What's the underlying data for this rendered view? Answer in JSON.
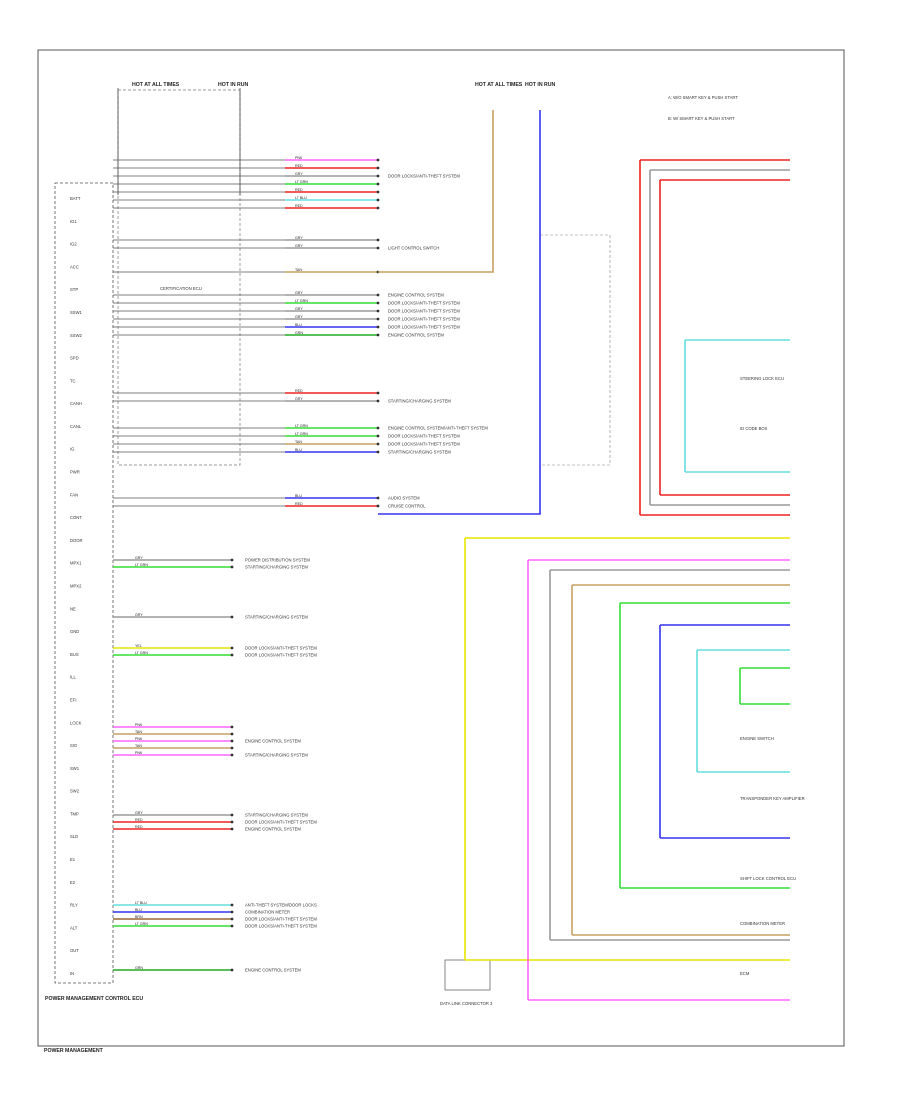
{
  "fuse_boxes": [
    "HOT AT ALL TIMES",
    "HOT IN RUN"
  ],
  "left_module": "POWER MANAGEMENT CONTROL ECU",
  "left_pins": [
    "BATT",
    "IG1",
    "IG2",
    "ACC",
    "STP",
    "SSW1",
    "SSW2",
    "SPD",
    "TC",
    "CANH",
    "CANL",
    "IG",
    "PWR",
    "FAN",
    "CONT",
    "DOOR",
    "MPX1",
    "MPX2",
    "NE",
    "GND",
    "BUS",
    "ILL",
    "EFI",
    "LOCK",
    "SIG",
    "SW1",
    "SW2",
    "TMP",
    "SLD",
    "E1",
    "E2",
    "RLY",
    "ALT",
    "OUT",
    "IN"
  ],
  "left_groups": [
    {
      "wires": [
        {
          "color": "GRY",
          "code": "GRY",
          "dest": "POWER DISTRIBUTION SYSTEM"
        },
        {
          "color": "LT GRN",
          "code": "LT GRN",
          "dest": "STARTING/CHARGING SYSTEM"
        }
      ]
    },
    {
      "wires": [
        {
          "color": "GRY",
          "code": "GRY",
          "dest": "STARTING/CHARGING SYSTEM"
        }
      ]
    },
    {
      "wires": [
        {
          "color": "YEL",
          "code": "YEL",
          "dest": "DOOR LOCKS/ANTI-THEFT SYSTEM"
        },
        {
          "color": "LT GRN",
          "code": "LT GRN",
          "dest": "DOOR LOCKS/ANTI-THEFT SYSTEM"
        }
      ]
    },
    {
      "wires": [
        {
          "color": "PNK",
          "code": "PNK",
          "dest": ""
        },
        {
          "color": "TAN",
          "code": "TAN",
          "dest": ""
        },
        {
          "color": "PNK",
          "code": "PNK",
          "dest": "ENGINE CONTROL SYSTEM"
        },
        {
          "color": "TAN",
          "code": "TAN",
          "dest": ""
        },
        {
          "color": "PNK",
          "code": "PNK",
          "dest": "STARTING/CHARGING SYSTEM"
        }
      ]
    },
    {
      "wires": [
        {
          "color": "GRY",
          "code": "GRY",
          "dest": "STARTING/CHARGING SYSTEM"
        },
        {
          "color": "RED",
          "code": "RED",
          "dest": "DOOR LOCKS/ANTI-THEFT SYSTEM"
        },
        {
          "color": "RED",
          "code": "RED",
          "dest": "ENGINE CONTROL SYSTEM"
        }
      ]
    },
    {
      "wires": [
        {
          "color": "LT BLU",
          "code": "LT BLU",
          "dest": "ANTI-THEFT SYSTEM/DOOR LOCKS"
        },
        {
          "color": "BLU",
          "code": "BLU",
          "dest": "COMBINATION METER"
        },
        {
          "color": "BRN",
          "code": "BRN",
          "dest": "DOOR LOCKS/ANTI-THEFT SYSTEM"
        },
        {
          "color": "LT GRN",
          "code": "LT GRN",
          "dest": "DOOR LOCKS/ANTI-THEFT SYSTEM"
        }
      ]
    },
    {
      "wires": [
        {
          "color": "GRN",
          "code": "GRN",
          "dest": "ENGINE CONTROL SYSTEM"
        }
      ]
    }
  ],
  "center_groups": [
    {
      "wires": [
        {
          "color": "PNK",
          "code": "PNK",
          "dest": ""
        },
        {
          "color": "RED",
          "code": "RED",
          "dest": ""
        },
        {
          "color": "GRY",
          "code": "GRY",
          "dest": "DOOR LOCKS/ANTI-THEFT SYSTEM"
        },
        {
          "color": "LT GRN",
          "code": "LT GRN",
          "dest": ""
        },
        {
          "color": "RED",
          "code": "RED",
          "dest": ""
        },
        {
          "color": "LT BLU",
          "code": "LT BLU",
          "dest": ""
        },
        {
          "color": "RED",
          "code": "RED",
          "dest": ""
        }
      ]
    },
    {
      "wires": [
        {
          "color": "GRY",
          "code": "GRY",
          "dest": ""
        },
        {
          "color": "GRY",
          "code": "GRY",
          "dest": "LIGHT CONTROL SWITCH"
        }
      ]
    },
    {
      "wires": [
        {
          "color": "TAN",
          "code": "TAN",
          "dest": ""
        }
      ]
    },
    {
      "wires": [
        {
          "color": "GRY",
          "code": "GRY",
          "dest": "ENGINE CONTROL SYSTEM"
        },
        {
          "color": "LT GRN",
          "code": "LT GRN",
          "dest": "DOOR LOCKS/ANTI-THEFT SYSTEM"
        },
        {
          "color": "GRY",
          "code": "GRY",
          "dest": "DOOR LOCKS/ANTI-THEFT SYSTEM"
        },
        {
          "color": "GRY",
          "code": "GRY",
          "dest": "DOOR LOCKS/ANTI-THEFT SYSTEM"
        },
        {
          "color": "BLU",
          "code": "BLU",
          "dest": "DOOR LOCKS/ANTI-THEFT SYSTEM"
        },
        {
          "color": "GRN",
          "code": "GRN",
          "dest": "ENGINE CONTROL SYSTEM"
        }
      ]
    },
    {
      "wires": [
        {
          "color": "RED",
          "code": "RED",
          "dest": ""
        },
        {
          "color": "GRY",
          "code": "GRY",
          "dest": "STARTING/CHARGING SYSTEM"
        }
      ]
    },
    {
      "wires": [
        {
          "color": "LT GRN",
          "code": "LT GRN",
          "dest": "ENGINE CONTROL SYSTEM/ANTI-THEFT SYSTEM"
        },
        {
          "color": "LT GRN",
          "code": "LT GRN",
          "dest": "DOOR LOCKS/ANTI-THEFT SYSTEM"
        },
        {
          "color": "TAN",
          "code": "TAN",
          "dest": "DOOR LOCKS/ANTI-THEFT SYSTEM"
        },
        {
          "color": "BLU",
          "code": "BLU",
          "dest": "STARTING/CHARGING SYSTEM"
        }
      ]
    },
    {
      "wires": [
        {
          "color": "BLU",
          "code": "BLU",
          "dest": "AUDIO SYSTEM"
        },
        {
          "color": "RED",
          "code": "RED",
          "dest": "CRUISE CONTROL"
        }
      ]
    }
  ],
  "inner_module": "CERTIFICATION ECU",
  "right_top_labels": [
    "HOT AT ALL TIMES",
    "HOT IN RUN"
  ],
  "legend": [
    "A: W/O SMART KEY & PUSH START",
    "B: W/ SMART KEY & PUSH START"
  ],
  "right_components": [
    "STEERING LOCK ECU",
    "ID CODE BOX",
    "ENGINE SWITCH",
    "TRANSPONDER KEY AMPLIFIER",
    "SHIFT LOCK CONTROL ECU",
    "COMBINATION METER",
    "ECM"
  ],
  "bottom_connector": "DATA LINK CONNECTOR 3",
  "page_label": "POWER MANAGEMENT",
  "wire_colors": {
    "GRY": "#9a9a9a",
    "LT GRN": "#33dd33",
    "GRN": "#22aa22",
    "YEL": "#e6e600",
    "PNK": "#ff66ff",
    "TAN": "#c8a060",
    "RED": "#ee2222",
    "LT BLU": "#66dddd",
    "BLU": "#3333ee",
    "BRN": "#996633",
    "VIO": "#cc33cc",
    "WHT": "#bbbbbb"
  }
}
